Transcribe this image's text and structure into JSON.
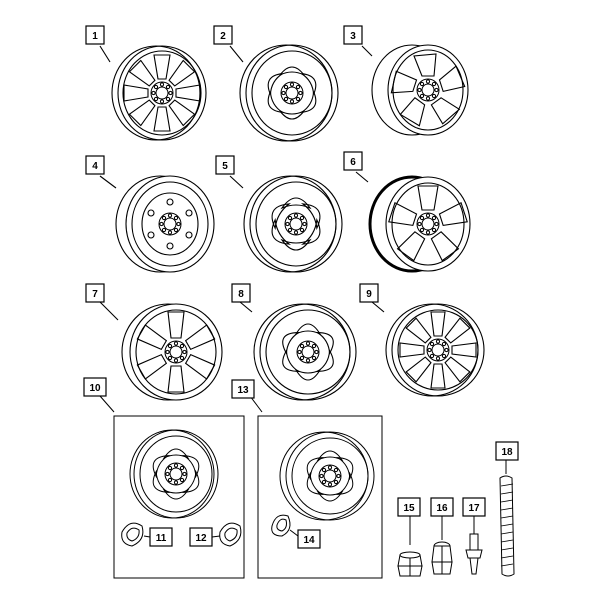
{
  "callouts": {
    "c1": "1",
    "c2": "2",
    "c3": "3",
    "c4": "4",
    "c5": "5",
    "c6": "6",
    "c7": "7",
    "c8": "8",
    "c9": "9",
    "c10": "10",
    "c11": "11",
    "c12": "12",
    "c13": "13",
    "c14": "14",
    "c15": "15",
    "c16": "16",
    "c17": "17",
    "c18": "18"
  },
  "parts": {
    "wheel_1": "8-spoke-wheel-icon",
    "wheel_2": "6-spoke-wheel-icon",
    "wheel_3": "dual-rear-wheel-icon",
    "wheel_4": "steel-wheel-icon",
    "wheel_5": "6-spoke-wheel-icon",
    "wheel_6": "5-spoke-wheel-icon",
    "wheel_7": "6-spoke-wheel-icon",
    "wheel_8": "6-spoke-wheel-icon",
    "wheel_9": "8-spoke-wheel-icon",
    "wheel_10": "6-spoke-wheel-icon",
    "wheel_13": "6-spoke-wheel-icon",
    "item_11": "center-cap-icon",
    "item_12": "center-cap-icon",
    "item_14": "center-cap-icon",
    "item_15": "lug-nut-icon",
    "item_16": "lug-nut-icon",
    "item_17": "valve-stem-icon",
    "item_18": "wheel-weight-strip-icon"
  }
}
